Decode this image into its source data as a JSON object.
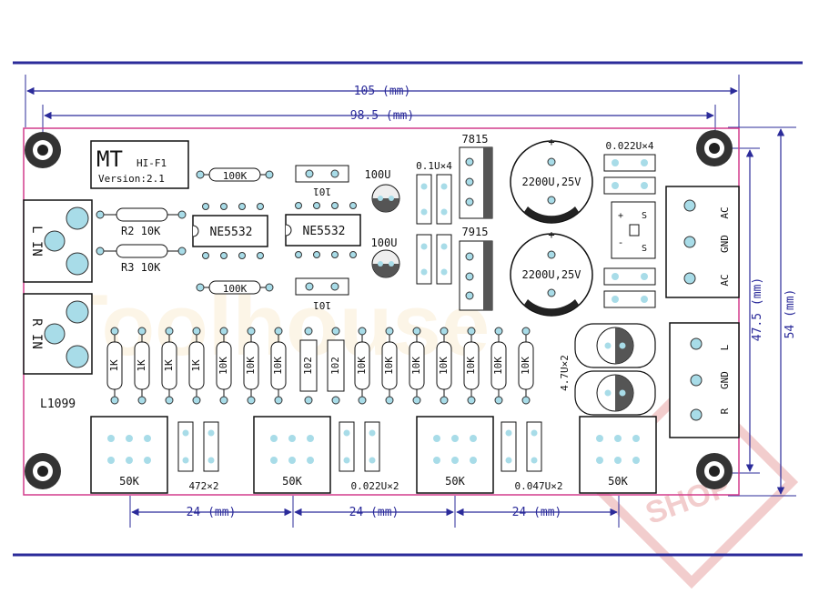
{
  "board": {
    "brand": "MT",
    "model": "HI-F1",
    "version": "Version:2.1",
    "code": "L1099"
  },
  "dimensions": {
    "total_width": "105 (mm)",
    "hole_spacing_h": "98.5 (mm)",
    "total_height": "54 (mm)",
    "hole_spacing_v": "47.5 (mm)",
    "pot_spacing": "24 (mm)"
  },
  "connectors": {
    "l_in": "L IN",
    "r_in": "R IN",
    "ac_in": [
      "AC",
      "GND",
      "AC"
    ],
    "out": [
      "L",
      "GND",
      "R"
    ]
  },
  "components": {
    "opamp": "NE5532",
    "res_100k": "100K",
    "r2": "R2 10K",
    "r3": "R3 10K",
    "cap_101": "101",
    "cap_100u": "100U",
    "cap_01u": "0.1U×4",
    "reg_pos": "7815",
    "reg_neg": "7915",
    "cap_2200u": "2200U,25V",
    "cap_0022u_top": "0.022U×4",
    "bridge_plus": "+",
    "bridge_minus": "-",
    "bridge_s": "S",
    "cap_47u": "4.7U×2",
    "res_row": [
      "1K",
      "1K",
      "1K",
      "1K",
      "10K",
      "10K",
      "10K",
      "102",
      "102",
      "10K",
      "10K",
      "10K",
      "10K",
      "10K",
      "10K",
      "10K"
    ],
    "pot": "50K",
    "cap_472": "472×2",
    "cap_0022": "0.022U×2",
    "cap_0047": "0.047U×2"
  },
  "watermark": {
    "text": "SHOP"
  },
  "colors": {
    "board_outline": "#d23c8c",
    "dimension": "#2b2b9a",
    "pad": "#a8dce8",
    "watermark": "#e8a5a5"
  }
}
